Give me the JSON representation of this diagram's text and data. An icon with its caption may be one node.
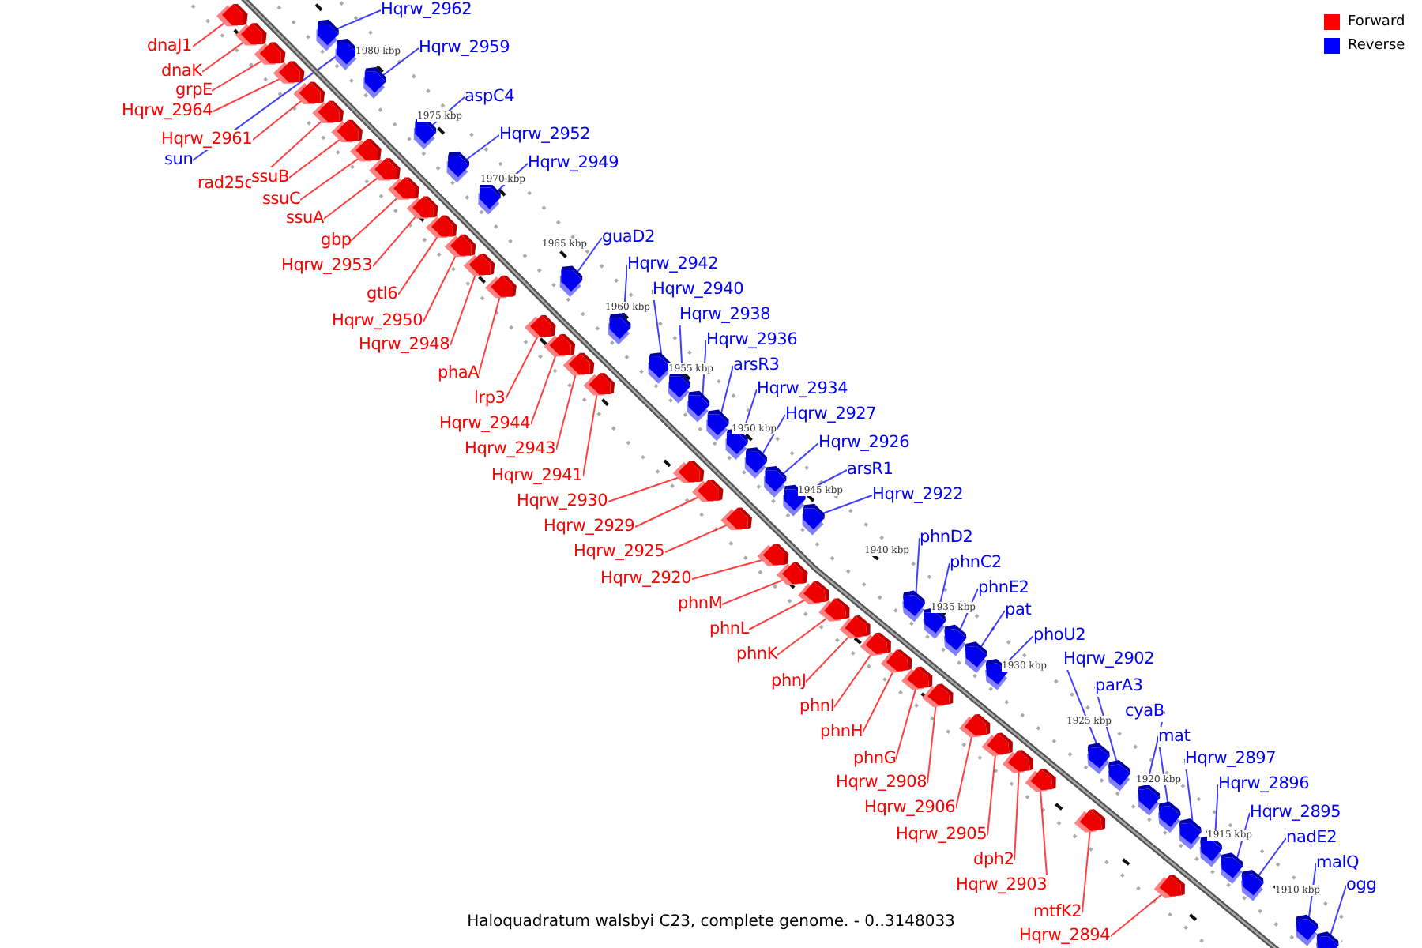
{
  "diagram": {
    "caption": "Haloquadratum walsbyi C23, complete genome. - 0..3148033",
    "nodes": [
      {
        "text": [
          "dnaJ1"
        ]
      },
      {
        "text": [
          "dnaK"
        ]
      },
      {
        "text": [
          "grpE"
        ]
      },
      {
        "text": [
          "Hqrw_2964"
        ]
      },
      {
        "text": [
          "Hqrw_2961"
        ]
      },
      {
        "text": [
          "rad25c"
        ]
      },
      {
        "text": [
          "ssuB"
        ]
      },
      {
        "text": [
          "ssuC"
        ]
      },
      {
        "text": [
          "ssuA"
        ]
      },
      {
        "text": [
          "gbp"
        ]
      },
      {
        "text": [
          "Hqrw_2953"
        ]
      },
      {
        "text": [
          "gtl6"
        ]
      },
      {
        "text": [
          "Hqrw_2950"
        ]
      },
      {
        "text": [
          "Hqrw_2948"
        ]
      },
      {
        "text": [
          "phaA"
        ]
      },
      {
        "text": [
          "lrp3"
        ]
      },
      {
        "text": [
          "Hqrw_2944"
        ]
      },
      {
        "text": [
          "Hqrw_2943"
        ]
      },
      {
        "text": [
          "Hqrw_2941"
        ]
      },
      {
        "text": [
          "Hqrw_2930"
        ]
      },
      {
        "text": [
          "Hqrw_2929"
        ]
      },
      {
        "text": [
          "Hqrw_2925"
        ]
      },
      {
        "text": [
          "Hqrw_2920"
        ]
      },
      {
        "text": [
          "phnM"
        ]
      },
      {
        "text": [
          "phnL"
        ]
      },
      {
        "text": [
          "phnK"
        ]
      },
      {
        "text": [
          "phnJ"
        ]
      },
      {
        "text": [
          "phnI"
        ]
      },
      {
        "text": [
          "phnH"
        ]
      },
      {
        "text": [
          "phnG"
        ]
      },
      {
        "text": [
          "Hqrw_2908"
        ]
      },
      {
        "text": [
          "Hqrw_2906"
        ]
      },
      {
        "text": [
          "Hqrw_2905"
        ]
      },
      {
        "text": [
          "dph2"
        ]
      },
      {
        "text": [
          "Hqrw_2903"
        ]
      },
      {
        "text": [
          "mtfK2"
        ]
      },
      {
        "text": [
          "Hqrw_2894"
        ]
      },
      {
        "text": [
          "Hqrw_2962"
        ]
      },
      {
        "text": [
          "Hqrw_2959"
        ]
      },
      {
        "text": [
          "sun"
        ]
      },
      {
        "text": [
          "aspC4"
        ]
      },
      {
        "text": [
          "Hqrw_2952"
        ]
      },
      {
        "text": [
          "Hqrw_2949"
        ]
      },
      {
        "text": [
          "guaD2"
        ]
      },
      {
        "text": [
          "Hqrw_2942"
        ]
      },
      {
        "text": [
          "Hqrw_2940"
        ]
      },
      {
        "text": [
          "Hqrw_2938"
        ]
      },
      {
        "text": [
          "Hqrw_2936"
        ]
      },
      {
        "text": [
          "arsR3"
        ]
      },
      {
        "text": [
          "Hqrw_2934"
        ]
      },
      {
        "text": [
          "Hqrw_2927"
        ]
      },
      {
        "text": [
          "Hqrw_2926"
        ]
      },
      {
        "text": [
          "arsR1"
        ]
      },
      {
        "text": [
          "Hqrw_2922"
        ]
      },
      {
        "text": [
          "phnD2"
        ]
      },
      {
        "text": [
          "phnC2"
        ]
      },
      {
        "text": [
          "phnE2"
        ]
      },
      {
        "text": [
          "pat"
        ]
      },
      {
        "text": [
          "phoU2"
        ]
      },
      {
        "text": [
          "Hqrw_2902"
        ]
      },
      {
        "text": [
          "parA3"
        ]
      },
      {
        "text": [
          "cyaB"
        ]
      },
      {
        "text": [
          "mat"
        ]
      },
      {
        "text": [
          "Hqrw_2897"
        ]
      },
      {
        "text": [
          "Hqrw_2896"
        ]
      },
      {
        "text": [
          "Hqrw_2895"
        ]
      },
      {
        "text": [
          "nadE2"
        ]
      },
      {
        "text": [
          "malQ"
        ]
      },
      {
        "text": [
          "ogg"
        ]
      },
      {
        "text": [],
        "shape": "arrow"
      },
      {
        "text": [],
        "shape": "arrow"
      },
      {
        "text": [],
        "shape": "arrow"
      },
      {
        "text": [],
        "shape": "arrow"
      },
      {
        "text": [],
        "shape": "arrow"
      },
      {
        "text": [],
        "shape": "arrow"
      },
      {
        "text": [],
        "shape": "arrow"
      },
      {
        "text": [],
        "shape": "arrow"
      },
      {
        "text": [],
        "shape": "arrow"
      },
      {
        "text": [],
        "shape": "arrow"
      },
      {
        "text": [],
        "shape": "arrow"
      },
      {
        "text": [],
        "shape": "arrow"
      },
      {
        "text": [],
        "shape": "arrow"
      },
      {
        "text": [],
        "shape": "arrow"
      },
      {
        "text": [],
        "shape": "arrow"
      },
      {
        "text": [],
        "shape": "arrow"
      },
      {
        "text": [],
        "shape": "arrow"
      },
      {
        "text": [],
        "shape": "arrow"
      },
      {
        "text": [],
        "shape": "arrow"
      },
      {
        "text": [],
        "shape": "arrow"
      },
      {
        "text": [],
        "shape": "arrow"
      },
      {
        "text": [],
        "shape": "arrow"
      },
      {
        "text": [],
        "shape": "arrow"
      },
      {
        "text": [],
        "shape": "arrow"
      },
      {
        "text": [],
        "shape": "arrow"
      },
      {
        "text": [],
        "shape": "arrow"
      },
      {
        "text": [],
        "shape": "arrow"
      },
      {
        "text": [],
        "shape": "arrow"
      },
      {
        "text": [],
        "shape": "arrow"
      },
      {
        "text": [],
        "shape": "arrow"
      },
      {
        "text": [],
        "shape": "arrow"
      },
      {
        "text": [],
        "shape": "arrow"
      },
      {
        "text": [],
        "shape": "arrow"
      },
      {
        "text": [],
        "shape": "arrow"
      },
      {
        "text": [],
        "shape": "arrow"
      },
      {
        "text": [],
        "shape": "arrow"
      },
      {
        "text": [],
        "shape": "arrow"
      },
      {
        "text": [],
        "shape": "arrow"
      },
      {
        "text": [],
        "shape": "arrow"
      },
      {
        "text": [],
        "shape": "arrow"
      },
      {
        "text": [],
        "shape": "arrow"
      },
      {
        "text": [],
        "shape": "arrow"
      },
      {
        "text": [],
        "shape": "arrow"
      },
      {
        "text": [],
        "shape": "arrow"
      },
      {
        "text": [],
        "shape": "arrow"
      },
      {
        "text": [],
        "shape": "arrow"
      },
      {
        "text": [],
        "shape": "arrow"
      },
      {
        "text": [],
        "shape": "arrow"
      },
      {
        "text": [],
        "shape": "arrow"
      },
      {
        "text": [],
        "shape": "arrow"
      },
      {
        "text": [],
        "shape": "arrow"
      },
      {
        "text": [],
        "shape": "arrow"
      },
      {
        "text": [],
        "shape": "arrow"
      },
      {
        "text": [],
        "shape": "arrow"
      },
      {
        "text": [],
        "shape": "arrow"
      },
      {
        "text": [],
        "shape": "arrow"
      },
      {
        "text": [],
        "shape": "arrow"
      },
      {
        "text": [],
        "shape": "arrow"
      },
      {
        "text": [],
        "shape": "arrow"
      },
      {
        "text": [],
        "shape": "arrow"
      },
      {
        "text": [],
        "shape": "arrow"
      },
      {
        "text": [],
        "shape": "arrow"
      },
      {
        "text": [],
        "shape": "arrow"
      },
      {
        "text": [],
        "shape": "arrow"
      },
      {
        "text": [],
        "shape": "arrow"
      },
      {
        "text": [],
        "shape": "arrow"
      },
      {
        "text": [],
        "shape": "arrow"
      },
      {
        "text": [],
        "shape": "arrow"
      },
      {
        "text": [],
        "shape": "arrow"
      }
    ],
    "edges": [
      {
        "from": 0,
        "to": 69,
        "arrow": "none"
      },
      {
        "from": 1,
        "to": 70,
        "arrow": "none"
      },
      {
        "from": 2,
        "to": 71,
        "arrow": "none"
      },
      {
        "from": 3,
        "to": 72,
        "arrow": "none"
      },
      {
        "from": 4,
        "to": 73,
        "arrow": "none"
      },
      {
        "from": 5,
        "to": 74,
        "arrow": "none"
      },
      {
        "from": 6,
        "to": 75,
        "arrow": "none"
      },
      {
        "from": 7,
        "to": 76,
        "arrow": "none"
      },
      {
        "from": 8,
        "to": 77,
        "arrow": "none"
      },
      {
        "from": 9,
        "to": 78,
        "arrow": "none"
      },
      {
        "from": 10,
        "to": 79,
        "arrow": "none"
      },
      {
        "from": 11,
        "to": 80,
        "arrow": "none"
      },
      {
        "from": 12,
        "to": 81,
        "arrow": "none"
      },
      {
        "from": 13,
        "to": 82,
        "arrow": "none"
      },
      {
        "from": 14,
        "to": 83,
        "arrow": "none"
      },
      {
        "from": 15,
        "to": 84,
        "arrow": "none"
      },
      {
        "from": 16,
        "to": 85,
        "arrow": "none"
      },
      {
        "from": 17,
        "to": 86,
        "arrow": "none"
      },
      {
        "from": 18,
        "to": 87,
        "arrow": "none"
      },
      {
        "from": 19,
        "to": 88,
        "arrow": "none"
      },
      {
        "from": 20,
        "to": 89,
        "arrow": "none"
      },
      {
        "from": 21,
        "to": 90,
        "arrow": "none"
      },
      {
        "from": 22,
        "to": 91,
        "arrow": "none"
      },
      {
        "from": 23,
        "to": 92,
        "arrow": "none"
      },
      {
        "from": 24,
        "to": 93,
        "arrow": "none"
      },
      {
        "from": 25,
        "to": 94,
        "arrow": "none"
      },
      {
        "from": 26,
        "to": 95,
        "arrow": "none"
      },
      {
        "from": 27,
        "to": 96,
        "arrow": "none"
      },
      {
        "from": 28,
        "to": 97,
        "arrow": "none"
      },
      {
        "from": 29,
        "to": 98,
        "arrow": "none"
      },
      {
        "from": 30,
        "to": 99,
        "arrow": "none"
      },
      {
        "from": 31,
        "to": 100,
        "arrow": "none"
      },
      {
        "from": 32,
        "to": 101,
        "arrow": "none"
      },
      {
        "from": 33,
        "to": 102,
        "arrow": "none"
      },
      {
        "from": 34,
        "to": 103,
        "arrow": "none"
      },
      {
        "from": 35,
        "to": 104,
        "arrow": "none"
      },
      {
        "from": 36,
        "to": 105,
        "arrow": "none"
      },
      {
        "from": 37,
        "to": 106,
        "arrow": "none",
        "color": "#0000ff"
      },
      {
        "from": 38,
        "to": 107,
        "arrow": "none",
        "color": "#0000ff"
      },
      {
        "from": 39,
        "to": 108,
        "arrow": "none",
        "color": "#0000ff"
      },
      {
        "from": 40,
        "to": 109,
        "arrow": "none",
        "color": "#0000ff"
      },
      {
        "from": 41,
        "to": 110,
        "arrow": "none",
        "color": "#0000ff"
      },
      {
        "from": 42,
        "to": 111,
        "arrow": "none",
        "color": "#0000ff"
      },
      {
        "from": 43,
        "to": 112,
        "arrow": "none",
        "color": "#0000ff"
      },
      {
        "from": 44,
        "to": 113,
        "arrow": "none",
        "color": "#0000ff"
      },
      {
        "from": 45,
        "to": 114,
        "arrow": "none",
        "color": "#0000ff"
      },
      {
        "from": 46,
        "to": 115,
        "arrow": "none",
        "color": "#0000ff"
      },
      {
        "from": 47,
        "to": 116,
        "arrow": "none",
        "color": "#0000ff"
      },
      {
        "from": 48,
        "to": 117,
        "arrow": "none",
        "color": "#0000ff"
      },
      {
        "from": 49,
        "to": 118,
        "arrow": "none",
        "color": "#0000ff"
      },
      {
        "from": 50,
        "to": 119,
        "arrow": "none",
        "color": "#0000ff"
      },
      {
        "from": 51,
        "to": 120,
        "arrow": "none",
        "color": "#0000ff"
      },
      {
        "from": 52,
        "to": 121,
        "arrow": "none",
        "color": "#0000ff"
      },
      {
        "from": 53,
        "to": 122,
        "arrow": "none",
        "color": "#0000ff"
      },
      {
        "from": 54,
        "to": 123,
        "arrow": "none",
        "color": "#0000ff"
      },
      {
        "from": 55,
        "to": 124,
        "arrow": "none",
        "color": "#0000ff"
      },
      {
        "from": 56,
        "to": 125,
        "arrow": "none",
        "color": "#0000ff"
      },
      {
        "from": 57,
        "to": 126,
        "arrow": "none",
        "color": "#0000ff"
      },
      {
        "from": 58,
        "to": 127,
        "arrow": "none",
        "color": "#0000ff"
      },
      {
        "from": 59,
        "to": 128,
        "arrow": "none",
        "color": "#0000ff"
      },
      {
        "from": 60,
        "to": 129,
        "arrow": "none",
        "color": "#0000ff"
      },
      {
        "from": 61,
        "to": 130,
        "arrow": "none",
        "color": "#0000ff"
      },
      {
        "from": 62,
        "to": 131,
        "arrow": "none",
        "color": "#0000ff"
      },
      {
        "from": 63,
        "to": 132,
        "arrow": "none",
        "color": "#0000ff"
      },
      {
        "from": 64,
        "to": 133,
        "arrow": "none",
        "color": "#0000ff"
      },
      {
        "from": 65,
        "to": 134,
        "arrow": "none",
        "color": "#0000ff"
      },
      {
        "from": 66,
        "to": 135,
        "arrow": "none",
        "color": "#0000ff"
      },
      {
        "from": 67,
        "to": 136,
        "arrow": "none",
        "color": "#0000ff"
      },
      {
        "from": 68,
        "to": 137,
        "arrow": "none",
        "color": "#0000ff"
      }
    ],
    "labels": [
      "1980 kbp",
      "1975 kbp",
      "1970 kbp",
      "1965 kbp",
      "1960 kbp",
      "1955 kbp",
      "1950 kbp",
      "1945 kbp",
      "1940 kbp",
      "1935 kbp",
      "1930 kbp",
      "1925 kbp",
      "1920 kbp",
      "1915 kbp",
      "1910 kbp"
    ],
    "legend": [
      {
        "text": "Forward",
        "color": "#ff0000"
      },
      {
        "text": "Reverse",
        "color": "#0000ff"
      }
    ]
  }
}
